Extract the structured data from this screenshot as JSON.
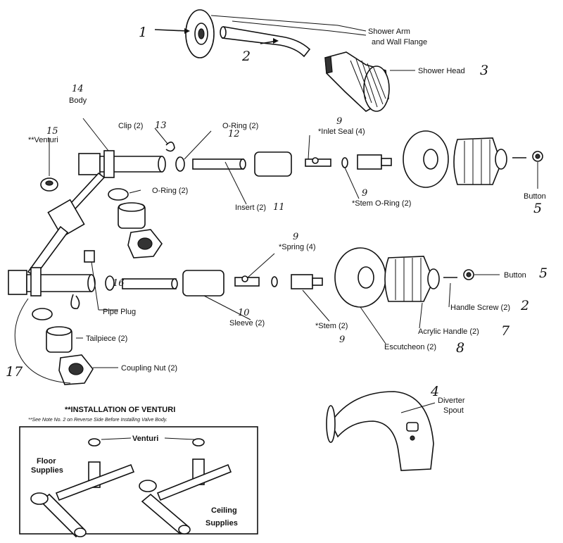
{
  "labels": {
    "shower_arm": "Shower Arm",
    "wall_flange": "and Wall Flange",
    "shower_head": "Shower Head",
    "body": "Body",
    "venturi_top": "**Venturi",
    "clip": "Clip (2)",
    "o_ring_top": "O-Ring (2)",
    "inlet_seal": "*Inlet Seal (4)",
    "o_ring_left": "O-Ring (2)",
    "insert": "Insert (2)",
    "stem_o_ring": "*Stem O-Ring (2)",
    "button_top": "Button",
    "spring": "*Spring (4)",
    "button_mid": "Button",
    "pipe_plug": "Pipe Plug",
    "sleeve": "Sleeve (2)",
    "handle_screw": "Handle Screw (2)",
    "stem": "*Stem (2)",
    "acrylic_handle": "Acrylic Handle (2)",
    "escutcheon": "Escutcheon (2)",
    "tailpiece": "Tailpiece (2)",
    "coupling_nut": "Coupling Nut (2)",
    "diverter": "Diverter",
    "spout": "Spout"
  },
  "numbers": {
    "n1": "1",
    "n2": "2",
    "n3": "3",
    "n4": "4",
    "n5_top": "5",
    "n5_mid": "5",
    "n7": "7",
    "n8": "8",
    "n9_inlet": "9",
    "n9_oring": "9",
    "n9_spring": "9",
    "n9_stem": "9",
    "n10": "10",
    "n11": "11",
    "n12": "12",
    "n13": "13",
    "n14": "14",
    "n15": "15",
    "n16": "16",
    "n17": "17",
    "n2_screw": "2"
  },
  "installation": {
    "title": "**INSTALLATION OF VENTURI",
    "note": "**See Note No. 2 on Reverse Side Before Installing Valve Body.",
    "venturi": "Venturi",
    "floor_1": "Floor",
    "floor_2": "Supplies",
    "ceiling_1": "Ceiling",
    "ceiling_2": "Supplies"
  }
}
